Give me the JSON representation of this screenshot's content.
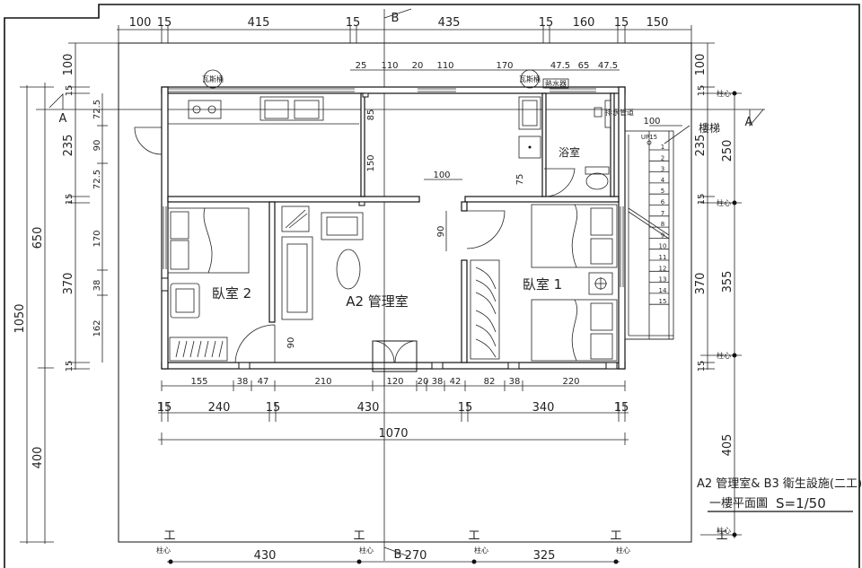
{
  "top_dims": [
    "100",
    "15",
    "415",
    "15",
    "435",
    "15",
    "160",
    "15",
    "150"
  ],
  "kitchen_dims": [
    "25",
    "110",
    "20",
    "110",
    "170",
    "47.5",
    "65",
    "47.5"
  ],
  "left_outer_dims": [
    "650",
    "1050",
    "400"
  ],
  "left_inner_dims": [
    "100",
    "15",
    "235",
    "15",
    "370",
    "15"
  ],
  "left_sub_dims": [
    "72.5",
    "90",
    "72.5",
    "170",
    "38",
    "162"
  ],
  "right_dims": [
    "100",
    "15",
    "235",
    "250",
    "15",
    "370",
    "355",
    "15",
    "405"
  ],
  "bottom_inner_dims": [
    "155",
    "38",
    "47",
    "210",
    "120",
    "20",
    "38",
    "42",
    "82",
    "38",
    "220"
  ],
  "bottom_mid_dims": [
    "15",
    "240",
    "15",
    "430",
    "15",
    "340",
    "15"
  ],
  "total_dim": "1070",
  "axis_dims": [
    "430",
    "270",
    "325"
  ],
  "inner_dims": {
    "d85": "85",
    "d150": "150",
    "d100": "100",
    "d75": "75",
    "d90a": "90",
    "d90b": "90",
    "d100s": "100"
  },
  "section_marks": {
    "a": "A",
    "b": "B"
  },
  "column_label": "柱心",
  "column_marker": "工",
  "rooms": {
    "bedroom2": "臥室  2",
    "office": "A2 管理室",
    "bedroom1": "臥室  1",
    "bathroom": "浴室",
    "stairs": "樓梯"
  },
  "fixtures": {
    "gas_left": "瓦斯桶",
    "gas_right": "瓦斯桶",
    "water_heater": "熱水器",
    "drain": "排水管道",
    "stair_up": "UP15"
  },
  "stair_steps": [
    "1",
    "2",
    "3",
    "4",
    "5",
    "6",
    "7",
    "8",
    "9",
    "10",
    "11",
    "12",
    "13",
    "14",
    "15"
  ],
  "title": {
    "line1": "A2 管理室& B3 衛生設施(二工)",
    "line2": "一樓平面圖",
    "scale": "S=1/50"
  }
}
